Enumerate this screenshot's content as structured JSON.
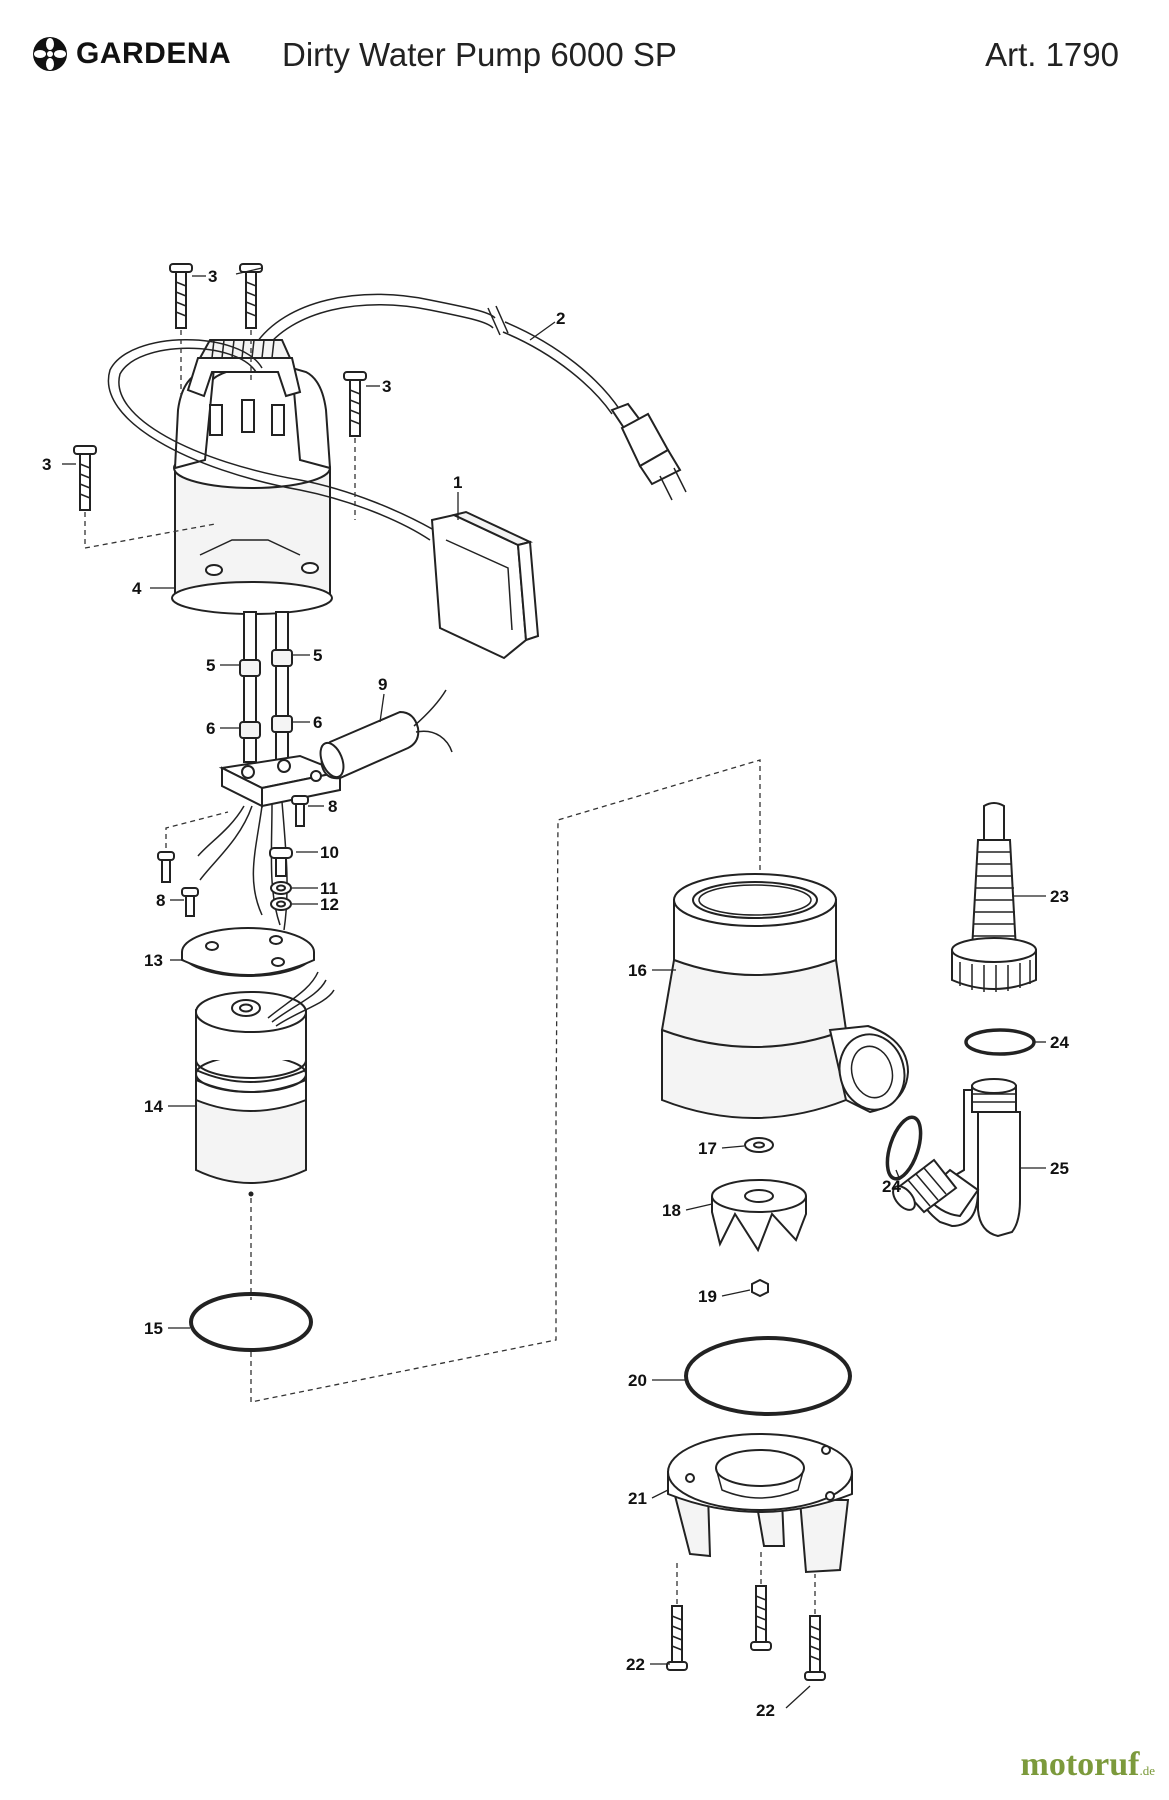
{
  "header": {
    "brand": "GARDENA",
    "title": "Dirty Water Pump 6000 SP",
    "article": "Art. 1790"
  },
  "diagram": {
    "callouts": [
      "1",
      "2",
      "3",
      "4",
      "5",
      "6",
      "8",
      "9",
      "10",
      "11",
      "12",
      "13",
      "14",
      "15",
      "16",
      "17",
      "18",
      "19",
      "20",
      "21",
      "22",
      "23",
      "24",
      "25"
    ]
  },
  "watermark": {
    "text": "motoruf",
    "suffix": ".de"
  },
  "colors": {
    "line": "#222222",
    "background": "#ffffff",
    "watermark": "#7c9a3c"
  },
  "icons": {
    "logo": "gardena-flower-logo"
  }
}
